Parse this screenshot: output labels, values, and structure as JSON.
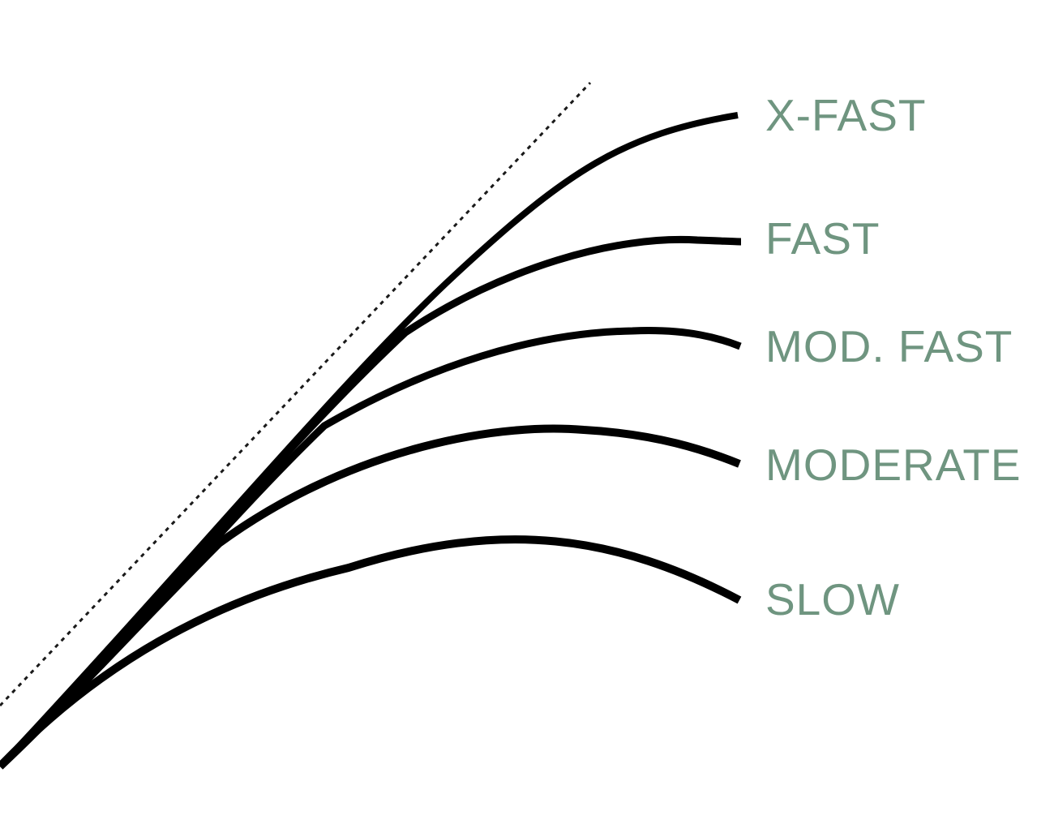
{
  "colors": {
    "label": "#6f9580",
    "curve": "#000000",
    "reference_line": "#1a1a1a"
  },
  "actions": [
    {
      "id": "x-fast",
      "label": "X-FAST"
    },
    {
      "id": "fast",
      "label": "FAST"
    },
    {
      "id": "mod-fast",
      "label": "MOD. FAST"
    },
    {
      "id": "moderate",
      "label": "MODERATE"
    },
    {
      "id": "slow",
      "label": "SLOW"
    }
  ]
}
